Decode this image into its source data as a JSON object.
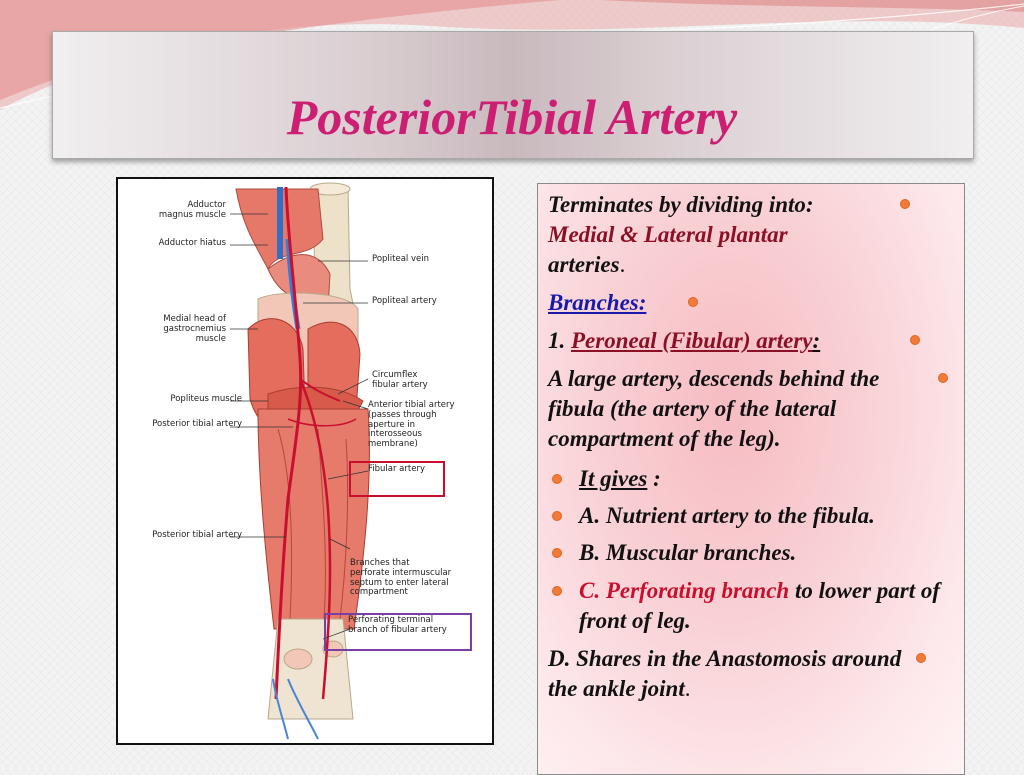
{
  "slide": {
    "title": "PosteriorTibial Artery",
    "accent_color": "#cc1f73"
  },
  "figure": {
    "labels": {
      "adductor_magnus": "Adductor\nmagnus muscle",
      "adductor_hiatus": "Adductor hiatus",
      "popliteal_vein": "Popliteal vein",
      "popliteal_artery": "Popliteal artery",
      "medial_head": "Medial head of\ngastrocnemius\nmuscle",
      "circumflex": "Circumflex\nfibular artery",
      "popliteus": "Popliteus muscle",
      "anterior_tibial": "Anterior tibial artery\n(passes through\naperture in\ninterosseous\nmembrane)",
      "posterior_tibial_1": "Posterior tibial artery",
      "fibular_artery": "Fibular artery",
      "posterior_tibial_2": "Posterior tibial artery",
      "branches": "Branches that\nperforate intermuscular\nseptum to enter lateral\ncompartment",
      "perforating": "Perforating terminal\nbranch of fibular artery"
    },
    "highlight_colors": {
      "fibular": "#c8102e",
      "perforating": "#7a3fa0"
    }
  },
  "content": {
    "p1_lead": "Terminates by dividing into:",
    "p1_red": "Medial & Lateral  plantar",
    "p1_tail": "arteries",
    "p1_dot": ".",
    "branches": "Branches:",
    "peroneal_num": "1. ",
    "peroneal": "Peroneal (Fibular) artery",
    "peroneal_colon": ":",
    "desc": "A large artery, descends behind the fibula (the artery of the lateral compartment of the leg).",
    "it_gives": "It gives",
    "it_gives_colon": " :",
    "a": "A. Nutrient artery to the fibula.",
    "b": "B. Muscular branches.",
    "c_red": "C. Perforating branch",
    "c_tail": " to lower part of front of leg.",
    "d": "D. Shares in the Anastomosis around the ankle joint",
    "d_dot": "."
  }
}
